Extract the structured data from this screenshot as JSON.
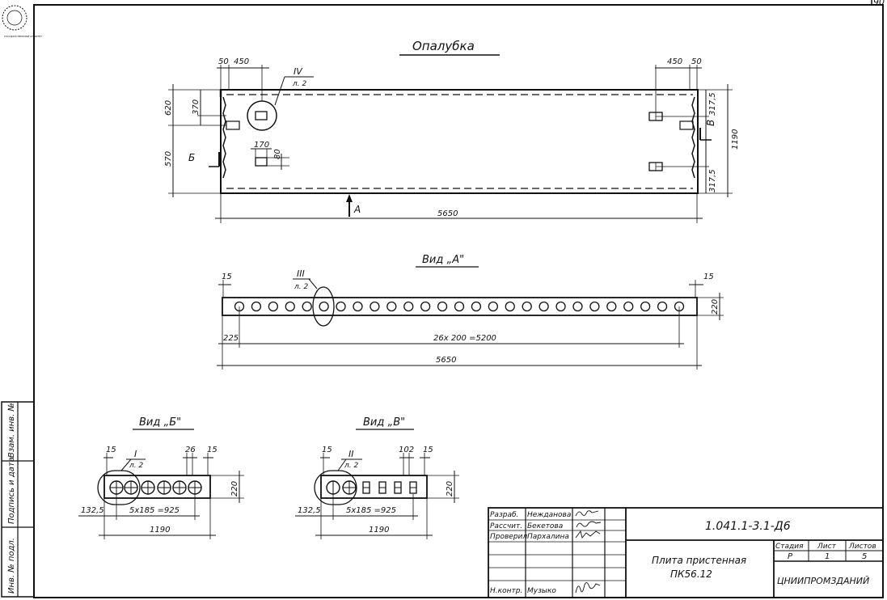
{
  "page_number": "90",
  "stamp_text": "ГОСУДАРСТВЕННЫЙ КОМИТЕТ",
  "views": {
    "formwork": {
      "title": "Опалубка",
      "dims": {
        "left_edge": "50",
        "left_offset": "450",
        "right_offset": "450",
        "right_edge": "50",
        "left_upper": "620",
        "left_insert": "370",
        "left_lower": "570",
        "right_upper": "317,5",
        "right_lower": "317,5",
        "height": "1190",
        "slot_w": "170",
        "slot_h": "80",
        "length": "5650"
      },
      "callout": {
        "num": "IV",
        "sheet": "л. 2"
      },
      "section_b": "Б",
      "section_v": "В",
      "arrow_a": "А"
    },
    "view_a": {
      "title": "Вид „А\"",
      "callout": {
        "num": "III",
        "sheet": "л. 2"
      },
      "dims": {
        "edge_left": "15",
        "edge_right": "15",
        "height": "220",
        "start": "225",
        "step": "26x 200 =5200",
        "length": "5650"
      },
      "hole_count": 27
    },
    "view_b": {
      "title": "Вид „Б\"",
      "callout": {
        "num": "I",
        "sheet": "л. 2"
      },
      "dims": {
        "e1": "15",
        "e2": "26",
        "e3": "15",
        "height": "220",
        "start": "132,5",
        "step": "5x185 =925",
        "width": "1190"
      }
    },
    "view_v": {
      "title": "Вид „В\"",
      "callout": {
        "num": "II",
        "sheet": "л. 2"
      },
      "dims": {
        "e1": "15",
        "e2": "102",
        "e3": "15",
        "height": "220",
        "start": "132,5",
        "step": "5x185 =925",
        "width": "1190"
      }
    }
  },
  "side_stamp": [
    "Инв. № подл.",
    "Подпись и дата",
    "Взам. инв. №"
  ],
  "title_block": {
    "rows": [
      {
        "role": "Разраб.",
        "name": "Нежданова"
      },
      {
        "role": "Рассчит.",
        "name": "Бекетова"
      },
      {
        "role": "Проверил",
        "name": "Пархалина"
      },
      {
        "role": "",
        "name": ""
      },
      {
        "role": "",
        "name": ""
      },
      {
        "role": "",
        "name": ""
      },
      {
        "role": "Н.контр.",
        "name": "Музыко"
      }
    ],
    "code": "1.041.1-3.1-Д6",
    "item_title_line1": "Плита пристенная",
    "item_title_line2": "ПК56.12",
    "stage_header": "Стадия",
    "sheet_header": "Лист",
    "sheets_header": "Листов",
    "stage": "Р",
    "sheet": "1",
    "sheets": "5",
    "organization": "ЦНИИПРОМЗДАНИЙ"
  }
}
